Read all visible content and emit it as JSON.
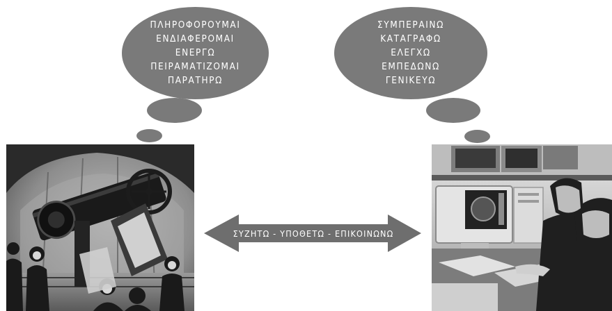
{
  "left_thought": {
    "lines": [
      "ΠΛΗΡΟΦΟΡΟΥΜΑΙ",
      "ΕΝΔΙΑΦΕΡΟΜΑΙ",
      "ΕΝΕΡΓΩ",
      "ΠΕΙΡΑΜΑΤΙΖΟΜΑΙ",
      "ΠΑΡΑΤΗΡΩ"
    ]
  },
  "right_thought": {
    "lines": [
      "ΣΥΜΠΕΡΑΙΝΩ",
      "ΚΑΤΑΓΡΑΦΩ",
      "ΕΛΕΓΧΩ",
      "ΕΜΠΕΔΩΝΩ",
      "ΓΕΝΙΚΕΥΩ"
    ]
  },
  "arrow": {
    "label": "ΣΥΖΗΤΩ - ΥΠΟΘΕΤΩ - ΕΠΙΚΟΙΝΩΝΩ"
  },
  "colors": {
    "bubble": "#7a7a7a",
    "arrow": "#6e6e6e",
    "text": "#ffffff"
  }
}
